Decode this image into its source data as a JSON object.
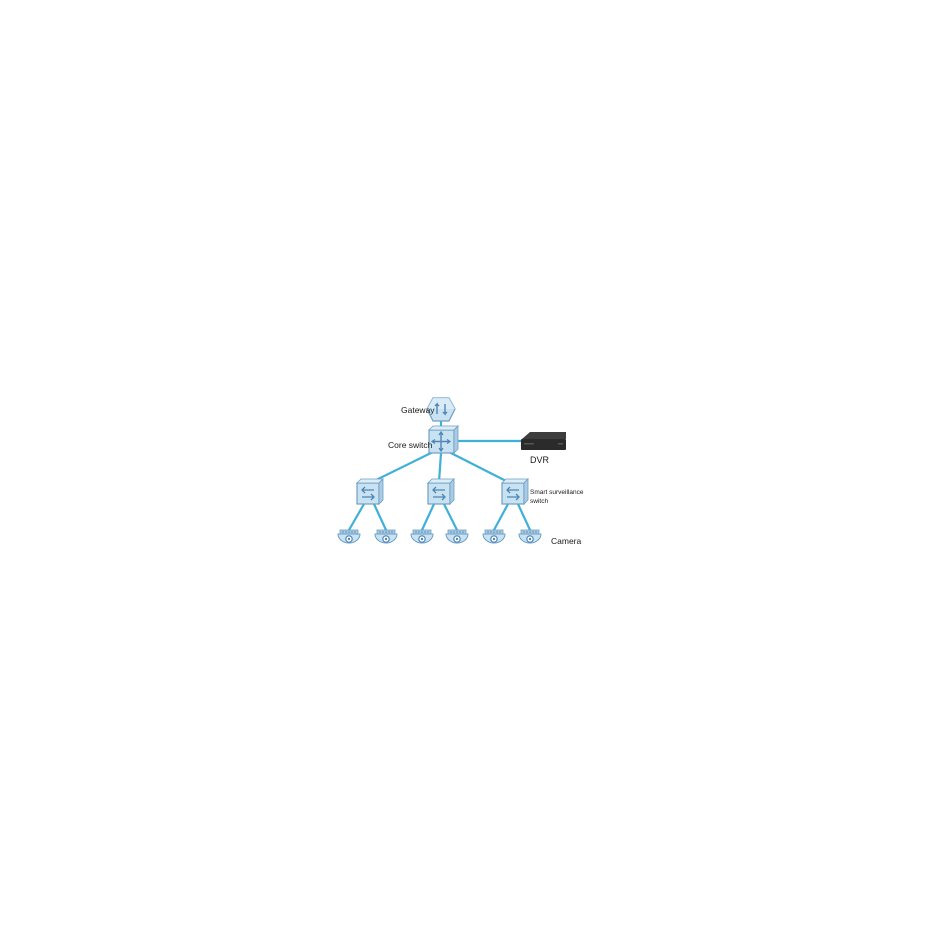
{
  "labels": {
    "gateway": "Gateway",
    "core_switch": "Core switch",
    "dvr": "DVR",
    "smart_switch": "Smart surveillance switch",
    "camera": "Camera"
  },
  "colors": {
    "link": "#3fb0d8",
    "device_face": "#c8e2f2",
    "device_edge": "#6f9fc4",
    "device_dark": "#4f85b5",
    "dvr_body": "#2b2b2b"
  },
  "icons": {
    "gateway": "router-icon",
    "core_switch": "core-switch-icon",
    "smart_switch": "switch-icon",
    "camera": "dome-camera-icon",
    "dvr": "dvr-icon"
  }
}
